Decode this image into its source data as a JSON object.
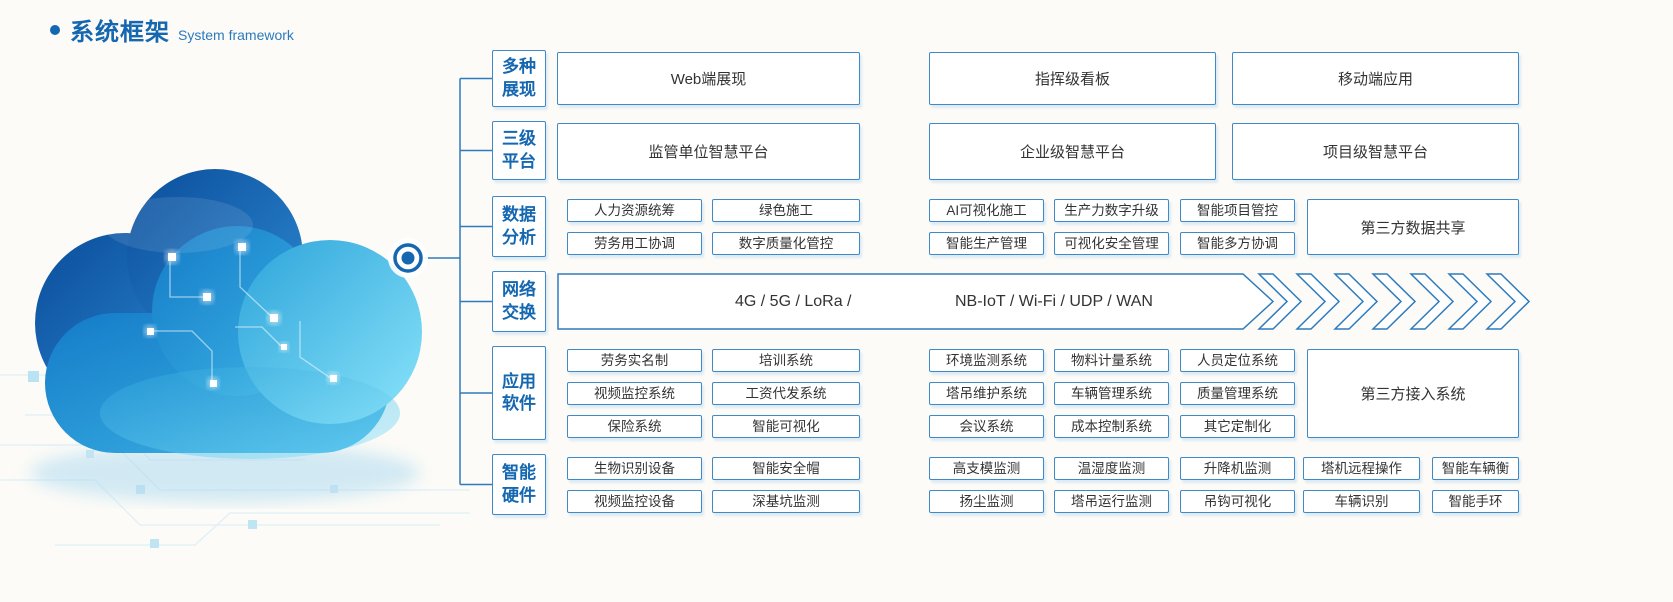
{
  "header": {
    "title_zh": "系统框架",
    "title_en": "System framework"
  },
  "colors": {
    "accent": "#1567b0",
    "box_border": "#3f89c7",
    "box_text": "#333333",
    "background": "#fcfbf7",
    "cloud_palette": [
      "#0a4d9b",
      "#147bc8",
      "#3fb6e6",
      "#8ae4fa"
    ]
  },
  "icons": {
    "hub": "target-dot-icon",
    "flow": "chevron-right-arrows"
  },
  "rows": {
    "display": {
      "category": [
        "多种",
        "展现"
      ],
      "left": [
        "Web端展现"
      ],
      "right": [
        "指挥级看板",
        "移动端应用"
      ]
    },
    "platform": {
      "category": [
        "三级",
        "平台"
      ],
      "left": [
        "监管单位智慧平台"
      ],
      "right": [
        "企业级智慧平台",
        "项目级智慧平台"
      ]
    },
    "data": {
      "category": [
        "数据",
        "分析"
      ],
      "left": [
        [
          "人力资源统筹",
          "绿色施工"
        ],
        [
          "劳务用工协调",
          "数字质量化管控"
        ]
      ],
      "right": [
        [
          "AI可视化施工",
          "生产力数字升级",
          "智能项目管控"
        ],
        [
          "智能生产管理",
          "可视化安全管理",
          "智能多方协调"
        ]
      ],
      "tall": "第三方数据共享"
    },
    "network": {
      "category": [
        "网络",
        "交换"
      ],
      "band_left": "4G / 5G / LoRa /",
      "band_right": "NB-IoT / Wi-Fi / UDP / WAN"
    },
    "software": {
      "category": [
        "应用",
        "软件"
      ],
      "left": [
        [
          "劳务实名制",
          "培训系统"
        ],
        [
          "视频监控系统",
          "工资代发系统"
        ],
        [
          "保险系统",
          "智能可视化"
        ]
      ],
      "right": [
        [
          "环境监测系统",
          "物料计量系统",
          "人员定位系统"
        ],
        [
          "塔吊维护系统",
          "车辆管理系统",
          "质量管理系统"
        ],
        [
          "会议系统",
          "成本控制系统",
          "其它定制化"
        ]
      ],
      "tall": "第三方接入系统"
    },
    "hardware": {
      "category": [
        "智能",
        "硬件"
      ],
      "left": [
        [
          "生物识别设备",
          "智能安全帽"
        ],
        [
          "视频监控设备",
          "深基坑监测"
        ]
      ],
      "right": [
        [
          "高支模监测",
          "温湿度监测",
          "升降机监测",
          "塔机远程操作",
          "智能车辆衡"
        ],
        [
          "扬尘监测",
          "塔吊运行监测",
          "吊钩可视化",
          "车辆识别",
          "智能手环"
        ]
      ]
    }
  }
}
